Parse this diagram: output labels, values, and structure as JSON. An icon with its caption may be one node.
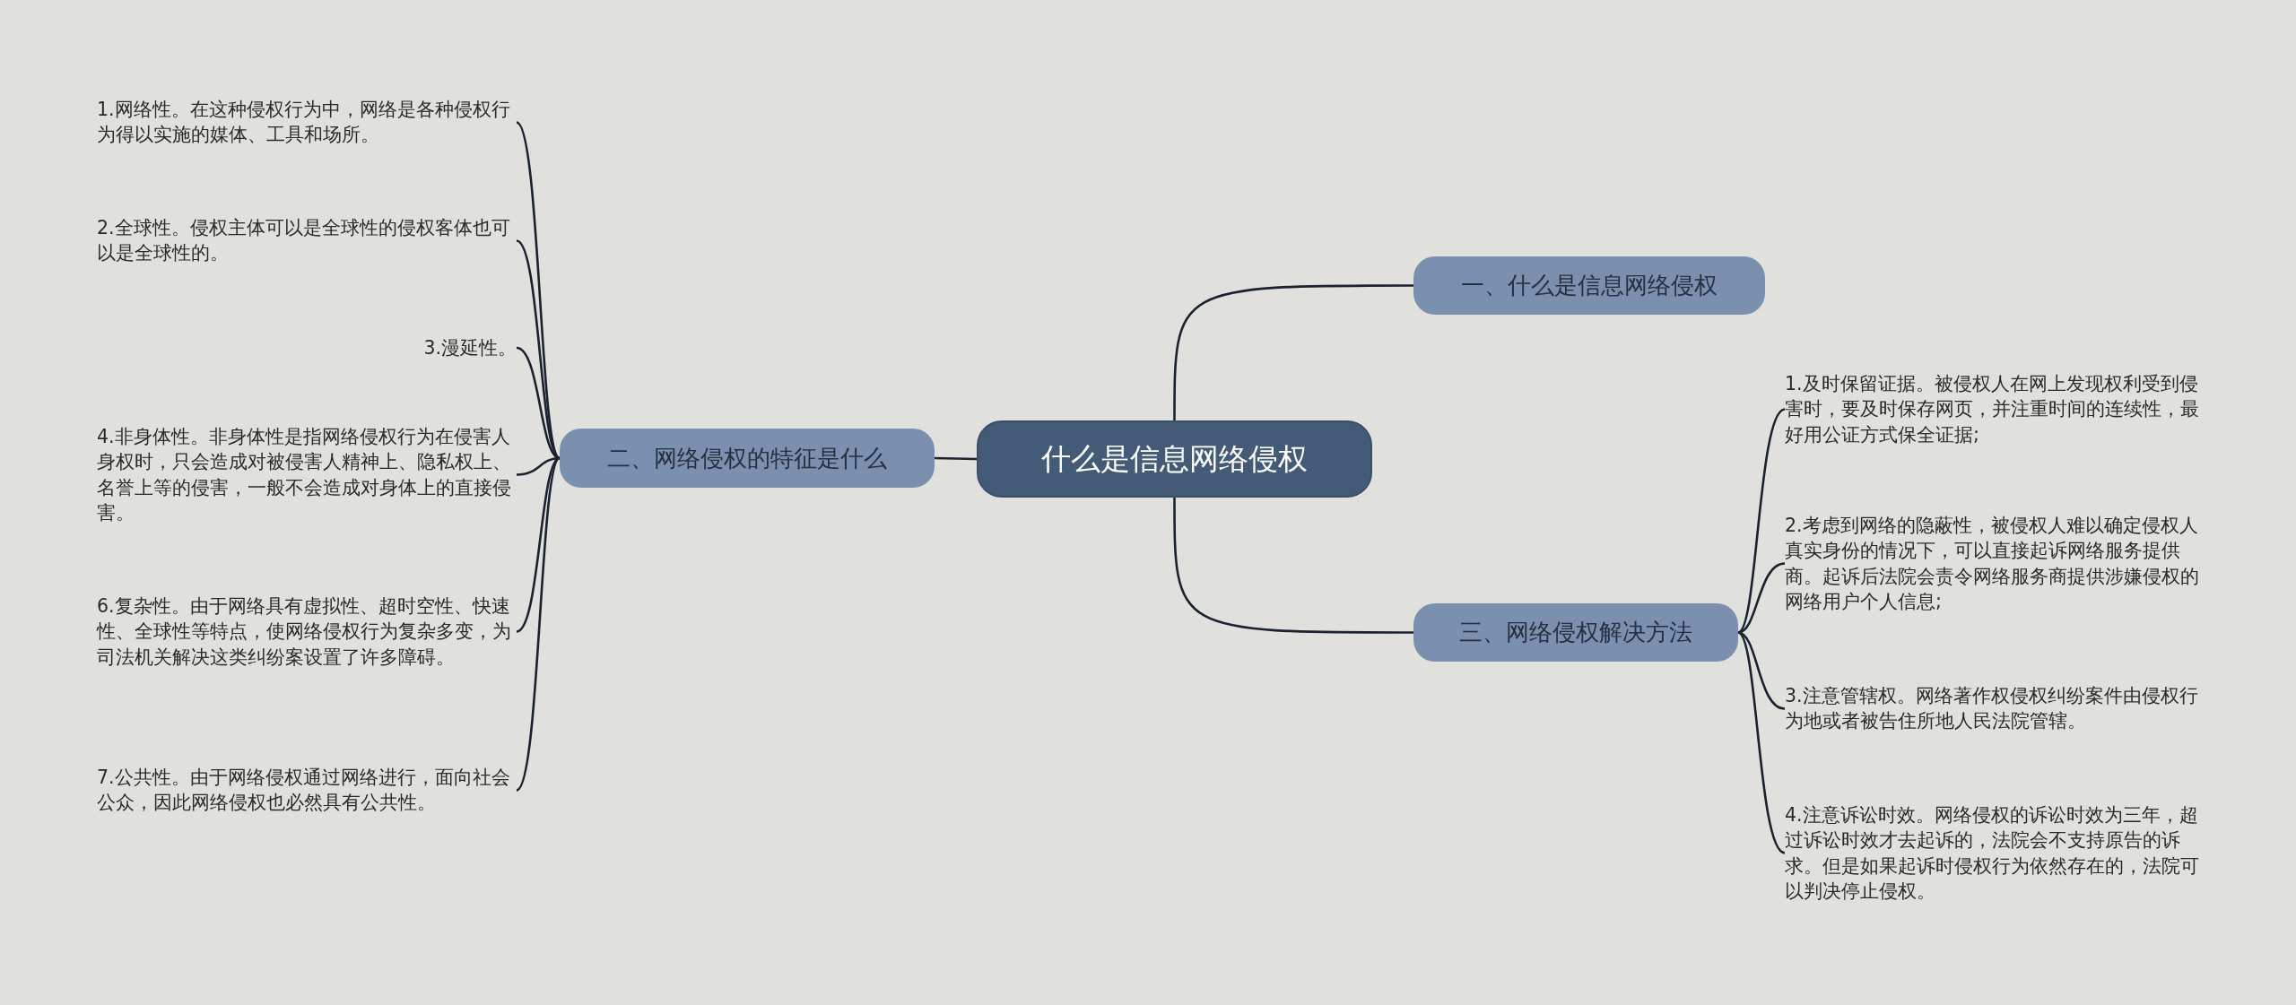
{
  "diagram": {
    "nodes": [
      {
        "text": [
          "什么是信息网络侵权"
        ]
      },
      {
        "text": [
          "一、什么是信息网络侵权"
        ]
      },
      {
        "text": [
          "二、网络侵权的特征是什么"
        ]
      },
      {
        "text": [
          "1.网络性。在这种侵权行为中，网络是各种侵权行为得以实施的媒体、工具和场所。"
        ]
      },
      {
        "text": [
          "2.全球性。侵权主体可以是全球性的侵权客体也可以是全球性的。"
        ]
      },
      {
        "text": [
          "3.漫延性。"
        ]
      },
      {
        "text": [
          "4.非身体性。非身体性是指网络侵权行为在侵害人身权时，只会造成对被侵害人精神上、隐私权上、名誉上等的侵害，一般不会造成对身体上的直接侵害。"
        ]
      },
      {
        "text": [
          "6.复杂性。由于网络具有虚拟性、超时空性、快速性、全球性等特点，使网络侵权行为复杂多变，为司法机关解决这类纠纷案设置了许多障碍。"
        ]
      },
      {
        "text": [
          "7.公共性。由于网络侵权通过网络进行，面向社会公众，因此网络侵权也必然具有公共性。"
        ]
      },
      {
        "text": [
          "三、网络侵权解决方法"
        ]
      },
      {
        "text": [
          "1.及时保留证据。被侵权人在网上发现权利受到侵害时，要及时保存网页，并注重时间的连续性，最好用公证方式保全证据;"
        ]
      },
      {
        "text": [
          "2.考虑到网络的隐蔽性，被侵权人难以确定侵权人真实身份的情况下，可以直接起诉网络服务提供商。起诉后法院会责令网络服务商提供涉嫌侵权的网络用户个人信息;"
        ]
      },
      {
        "text": [
          "3.注意管辖权。网络著作权侵权纠纷案件由侵权行为地或者被告住所地人民法院管辖。"
        ]
      },
      {
        "text": [
          "4.注意诉讼时效。网络侵权的诉讼时效为三年，超过诉讼时效才去起诉的，法院会不支持原告的诉求。但是如果起诉时侵权行为依然存在的，法院可以判决停止侵权。"
        ]
      }
    ],
    "edges": [
      {
        "from": 0,
        "to": 1,
        "arrow": "none"
      },
      {
        "from": 0,
        "to": 2,
        "arrow": "none"
      },
      {
        "from": 2,
        "to": 3,
        "arrow": "none"
      },
      {
        "from": 2,
        "to": 4,
        "arrow": "none"
      },
      {
        "from": 2,
        "to": 5,
        "arrow": "none"
      },
      {
        "from": 2,
        "to": 6,
        "arrow": "none"
      },
      {
        "from": 2,
        "to": 7,
        "arrow": "none"
      },
      {
        "from": 2,
        "to": 8,
        "arrow": "none"
      },
      {
        "from": 0,
        "to": 9,
        "arrow": "none"
      },
      {
        "from": 9,
        "to": 10,
        "arrow": "none"
      },
      {
        "from": 9,
        "to": 11,
        "arrow": "none"
      },
      {
        "from": 9,
        "to": 12,
        "arrow": "none"
      },
      {
        "from": 9,
        "to": 13,
        "arrow": "none"
      }
    ]
  }
}
